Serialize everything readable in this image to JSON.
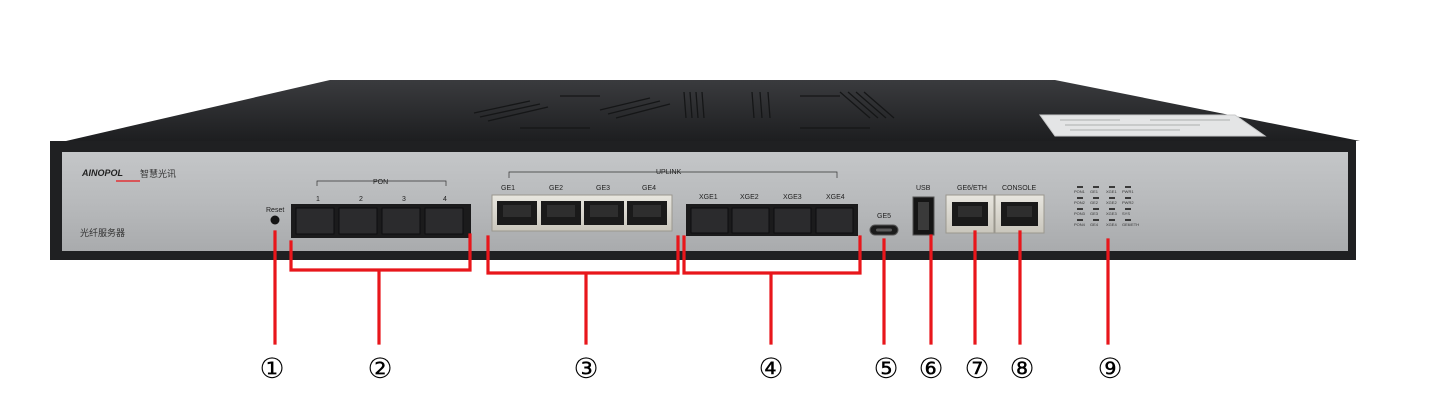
{
  "brand": {
    "logo": "AINOPOL",
    "tagline": "智慧光讯",
    "product": "光纤服务器"
  },
  "front_panel": {
    "reset": "Reset",
    "pon": {
      "group": "PON",
      "ports": [
        "1",
        "2",
        "3",
        "4"
      ]
    },
    "uplink": {
      "group": "UPLINK",
      "ge_ports": [
        "GE1",
        "GE2",
        "GE3",
        "GE4"
      ],
      "xge_ports": [
        "XGE1",
        "XGE2",
        "XGE3",
        "XGE4"
      ]
    },
    "ge5": "GE5",
    "usb": "USB",
    "ge6": "GE6/ETH",
    "console": "CONSOLE",
    "leds": [
      [
        "PON1",
        "GE1",
        "XGE1",
        "PWR1"
      ],
      [
        "PON2",
        "GE2",
        "XGE2",
        "PWR2"
      ],
      [
        "PON3",
        "GE3",
        "XGE3",
        "SYS"
      ],
      [
        "PON4",
        "GE4",
        "XGE4",
        "GE6/ETH"
      ]
    ]
  },
  "callouts": [
    "①",
    "②",
    "③",
    "④",
    "⑤",
    "⑥",
    "⑦",
    "⑧",
    "⑨"
  ],
  "colors": {
    "callout_line": "#e8161b",
    "faceplate": "#b4b6b8",
    "chassis": "#2a2b2d"
  }
}
